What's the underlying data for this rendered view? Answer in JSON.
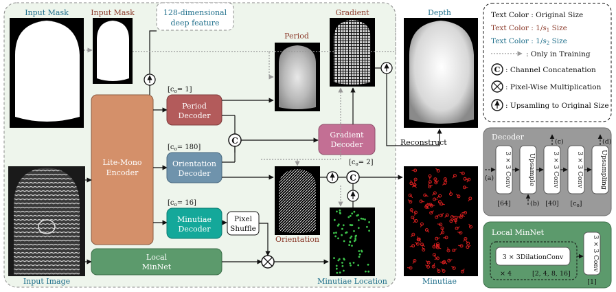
{
  "labels": {
    "input_mask_1": "Input Mask",
    "input_mask_2": "Input Mask",
    "deep_feature_1": "128-dimensional",
    "deep_feature_2": "deep feature",
    "period_out": "Period",
    "gradient_out": "Gradient",
    "depth_out": "Depth",
    "orientation_out": "Orientation",
    "minutiae_loc_out": "Minutiae Location",
    "minutiae_out": "Minutiae",
    "input_image": "Input Image",
    "reconstruct": "Reconstruct"
  },
  "blocks": {
    "encoder_1": "Lite-Mono",
    "encoder_2": "Encoder",
    "period_1": "Period",
    "period_2": "Decoder",
    "orientation_1": "Orientation",
    "orientation_2": "Decoder",
    "minutiae_1": "Minutiae",
    "minutiae_2": "Decoder",
    "gradient_1": "Gradient",
    "gradient_2": "Decoder",
    "local_1": "Local",
    "local_2": "MinNet",
    "pixel_shuffle_1": "Pixel",
    "pixel_shuffle_2": "Shuffle"
  },
  "channel_labels": {
    "period": "[c",
    "period_val": "= 1]",
    "orientation": "[c",
    "orientation_val": "= 180]",
    "minutiae": "[c",
    "minutiae_val": "= 16]",
    "gradient": "[c",
    "gradient_val": "= 2]",
    "sub": "o"
  },
  "legend": {
    "original": "Text Color : Original Size",
    "s1_prefix": "Text Color : 1/",
    "s1_suffix": " Size",
    "s2_prefix": "Text Color : 1/",
    "s2_suffix": " Size",
    "s_letter": "s",
    "s1_sub": "1",
    "s2_sub": "2",
    "training": ": Only in Training",
    "concat": ": Channel Concatenation",
    "multiply": ": Pixel-Wise Multiplication",
    "upsample": ": Upsamling to Original Size"
  },
  "decoder_detail": {
    "title": "Decoder",
    "conv1": "3 × 3 Conv",
    "upsample": "Upsample",
    "conv2": "3 × 3 Conv",
    "conv3": "3 × 3 Conv",
    "upsampling": "Upsampling",
    "ch1": "[64]",
    "ch2": "[40]",
    "ch3_pre": "[c",
    "ch3_sub": "o",
    "ch3_post": "]",
    "a": "(a)",
    "b": "(b)",
    "c": "(c)",
    "d": "(d)"
  },
  "minnet_detail": {
    "title": "Local MinNet",
    "dilation": "3 × 3DilationConv",
    "repeat": "× 4",
    "rates": "[2, 4, 8, 16]",
    "conv": "3 × 3 Conv",
    "out_ch": "[1]"
  },
  "symbols": {
    "concat": "C"
  },
  "colors": {
    "original_text": "#000000",
    "s1_text": "#8b3a2a",
    "s2_text": "#1f6f8b",
    "encoder": "#d4906a",
    "period_decoder": "#b35b5b",
    "orientation_decoder": "#6f93ac",
    "minutiae_decoder": "#14a89a",
    "gradient_decoder": "#c36f94",
    "local_minnet": "#5c9a6c",
    "decoder_panel": "#9a9a9a",
    "minnet_panel": "#5c9a6c",
    "bg_region": "#eef5ec"
  }
}
